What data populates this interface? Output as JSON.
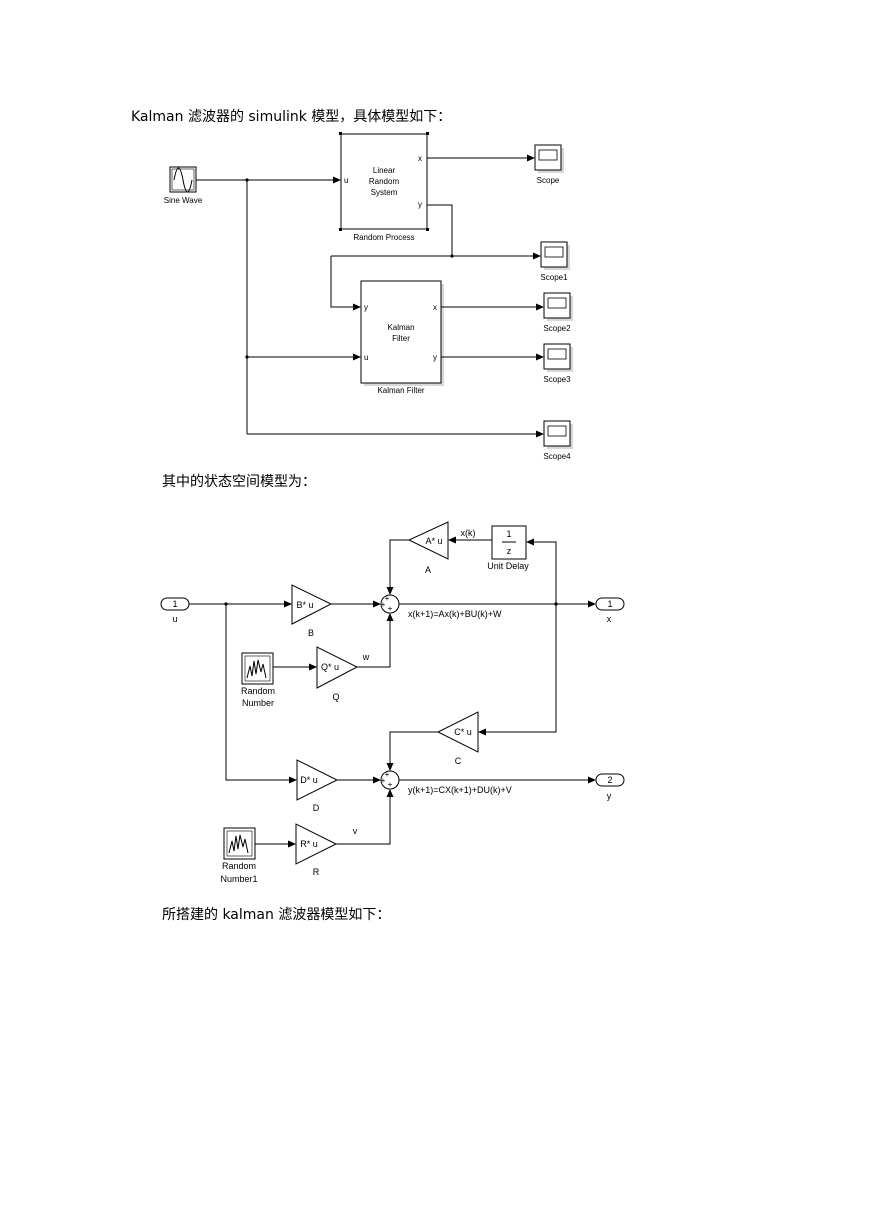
{
  "paragraphs": {
    "intro": "Kalman 滤波器的 simulink 模型，具体模型如下：",
    "state_space": "其中的状态空间模型为：",
    "built": "所搭建的 kalman 滤波器模型如下："
  },
  "diagram1": {
    "sine_wave": "Sine Wave",
    "lrs_line1": "Linear",
    "lrs_line2": "Random",
    "lrs_line3": "System",
    "lrs_caption": "Random Process",
    "lrs_port_u": "u",
    "lrs_port_x": "x",
    "lrs_port_y": "y",
    "kf_line1": "Kalman",
    "kf_line2": "Filter",
    "kf_caption": "Kalman Filter",
    "kf_port_y_in": "y",
    "kf_port_u_in": "u",
    "kf_port_x_out": "x",
    "kf_port_y_out": "y",
    "scopes": [
      "Scope",
      "Scope1",
      "Scope2",
      "Scope3",
      "Scope4"
    ]
  },
  "diagram2": {
    "in_u_num": "1",
    "in_u_label": "u",
    "out_x_num": "1",
    "out_x_label": "x",
    "out_y_num": "2",
    "out_y_label": "y",
    "gain_A": "A* u",
    "gain_A_label": "A",
    "gain_B": "B* u",
    "gain_B_label": "B",
    "gain_Q": "Q* u",
    "gain_Q_label": "Q",
    "gain_C": "C* u",
    "gain_C_label": "C",
    "gain_D": "D* u",
    "gain_D_label": "D",
    "gain_R": "R* u",
    "gain_R_label": "R",
    "delay_num": "1",
    "delay_den": "z",
    "delay_label": "Unit Delay",
    "signal_xk": "x(k)",
    "signal_w": "w",
    "signal_v": "v",
    "eq_x": "x(k+1)=Ax(k)+BU(k)+W",
    "eq_y": "y(k+1)=CX(k+1)+DU(k)+V",
    "rand1_line1": "Random",
    "rand1_line2": "Number",
    "rand2_line1": "Random",
    "rand2_line2": "Number1"
  }
}
